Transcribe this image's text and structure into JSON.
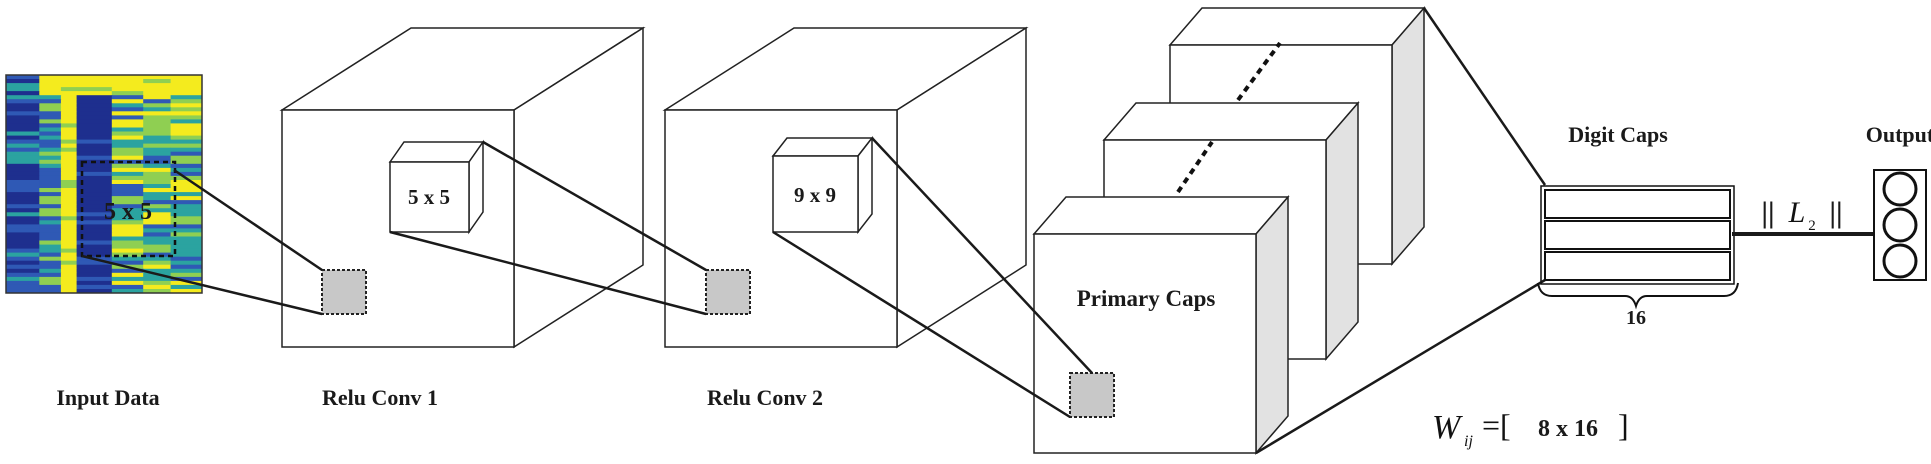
{
  "labels": {
    "input_data": "Input Data",
    "relu_conv1": "Relu Conv 1",
    "relu_conv2": "Relu Conv 2",
    "primary_caps": "Primary Caps",
    "digit_caps": "Digit Caps",
    "output": "Output"
  },
  "kernels": {
    "input_window": "5 x 5",
    "conv1_kernel": "5 x 5",
    "conv2_kernel": "9 x 9"
  },
  "digit_caps": {
    "dimension": "16"
  },
  "weights": {
    "symbol": "W",
    "subscript": "ij",
    "equals": "=[",
    "size": "8 x 16",
    "close": "]"
  },
  "norm": {
    "open": "||",
    "symbol": "L",
    "subscript": "2",
    "close": "||"
  },
  "colors": {
    "input_blue_dark": "#1e2f8e",
    "input_blue": "#2f59b5",
    "input_teal": "#2ba3a0",
    "input_green": "#8fcf52",
    "input_yellow": "#f4eb1e",
    "patch_gray": "#c8c8c8",
    "side_gray": "#e2e2e2"
  }
}
